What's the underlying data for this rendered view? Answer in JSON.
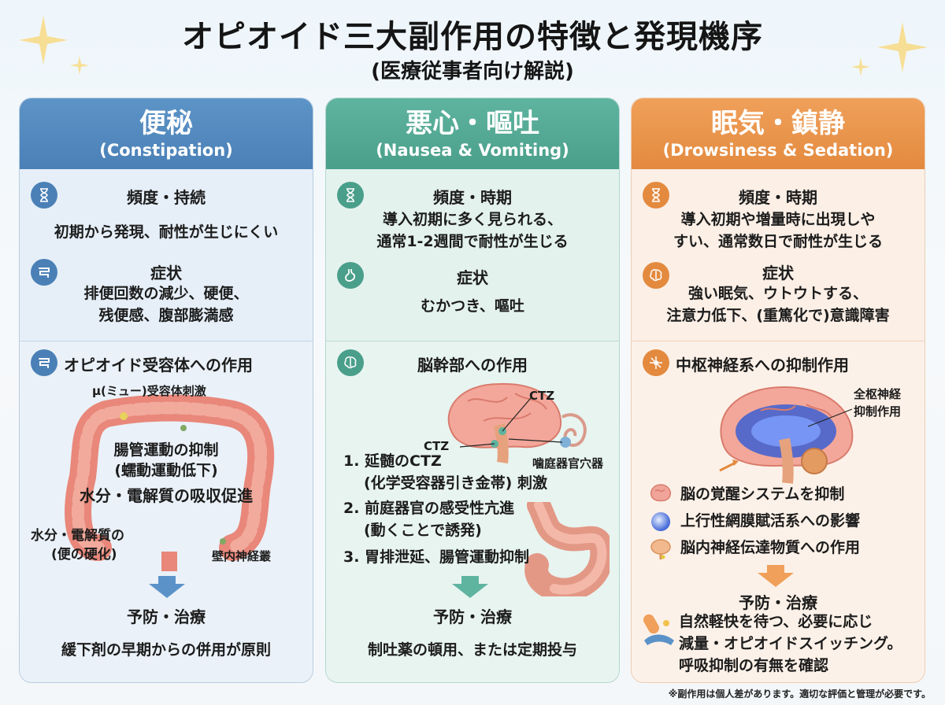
{
  "title": "オピオイド三大副作用の特徴と発現機序",
  "subtitle": "(医療従事者向け解説)",
  "colors": {
    "constipation": "#4a80b6",
    "nausea": "#4a9f8a",
    "drowsiness": "#e38a3f"
  },
  "columns": [
    {
      "title": "便秘",
      "subtitle": "(Constipation)",
      "freq_heading": "頻度・持続",
      "freq_text": "初期から発現、耐性が生じにくい",
      "symptom_heading": "症状",
      "symptom_lines": [
        "排便回数の減少、硬便、",
        "残便感、腹部膨満感"
      ],
      "mechanism_heading": "オピオイド受容体への作用",
      "diagram_labels": {
        "receptor": "μ(ミュー)受容体刺激",
        "motility": "腸管運動の抑制",
        "peristalsis": "(蠕動運動低下)",
        "absorption": "水分・電解質の吸収促進",
        "hardening_1": "水分・電解質の",
        "hardening_2": "(便の硬化)",
        "plexus": "壁内神経叢"
      },
      "treatment_heading": "予防・治療",
      "treatment_text": "緩下剤の早期からの併用が原則",
      "icons": [
        "hourglass-icon",
        "intestine-icon",
        "intestine-icon"
      ]
    },
    {
      "title": "悪心・嘔吐",
      "subtitle": "(Nausea & Vomiting)",
      "freq_heading": "頻度・時期",
      "freq_lines": [
        "導入初期に多く見られる、",
        "通常1-2週間で耐性が生じる"
      ],
      "symptom_heading": "症状",
      "symptom_text": "むかつき、嘔吐",
      "mechanism_heading": "脳幹部への作用",
      "diagram_labels": {
        "ctz_top": "CTZ",
        "ctz_left": "CTZ",
        "vestibular": "噛庭器官穴器"
      },
      "mechanism_list": [
        "1. 延髄のCTZ",
        "(化学受容器引き金帯) 刺激",
        "2. 前庭器官の感受性亢進",
        "(動くことで誘発)",
        "3. 胃排泄延、腸管運動抑制"
      ],
      "treatment_heading": "予防・治療",
      "treatment_text": "制吐薬の頓用、または定期投与",
      "icons": [
        "hourglass-icon",
        "stomach-icon",
        "brain-icon"
      ]
    },
    {
      "title": "眠気・鎮静",
      "subtitle": "(Drowsiness & Sedation)",
      "freq_heading": "頻度・時期",
      "freq_lines": [
        "導入初期や増量時に出現しや",
        "すい、通常数日で耐性が生じる"
      ],
      "symptom_heading": "症状",
      "symptom_lines": [
        "強い眠気、ウトウトする、",
        "注意力低下、(重篤化で)意識障害"
      ],
      "mechanism_heading": "中枢神経系への抑制作用",
      "diagram_labels": {
        "suppress_1": "全枢神経",
        "suppress_2": "抑制作用"
      },
      "mechanism_items": [
        "脳の覚醒システムを抑制",
        "上行性網膜賦活系への影響",
        "脳内神経伝達物質への作用"
      ],
      "treatment_heading": "予防・治療",
      "treatment_lines": [
        "自然軽快を待つ、必要に応じ",
        "減量・オピオイドスイッチング。",
        "呼吸抑制の有無を確認"
      ],
      "icons": [
        "hourglass-icon",
        "brain-icon",
        "neuron-icon"
      ]
    }
  ],
  "footnote": "※副作用は個人差があります。適切な評価と管理が必要です。"
}
